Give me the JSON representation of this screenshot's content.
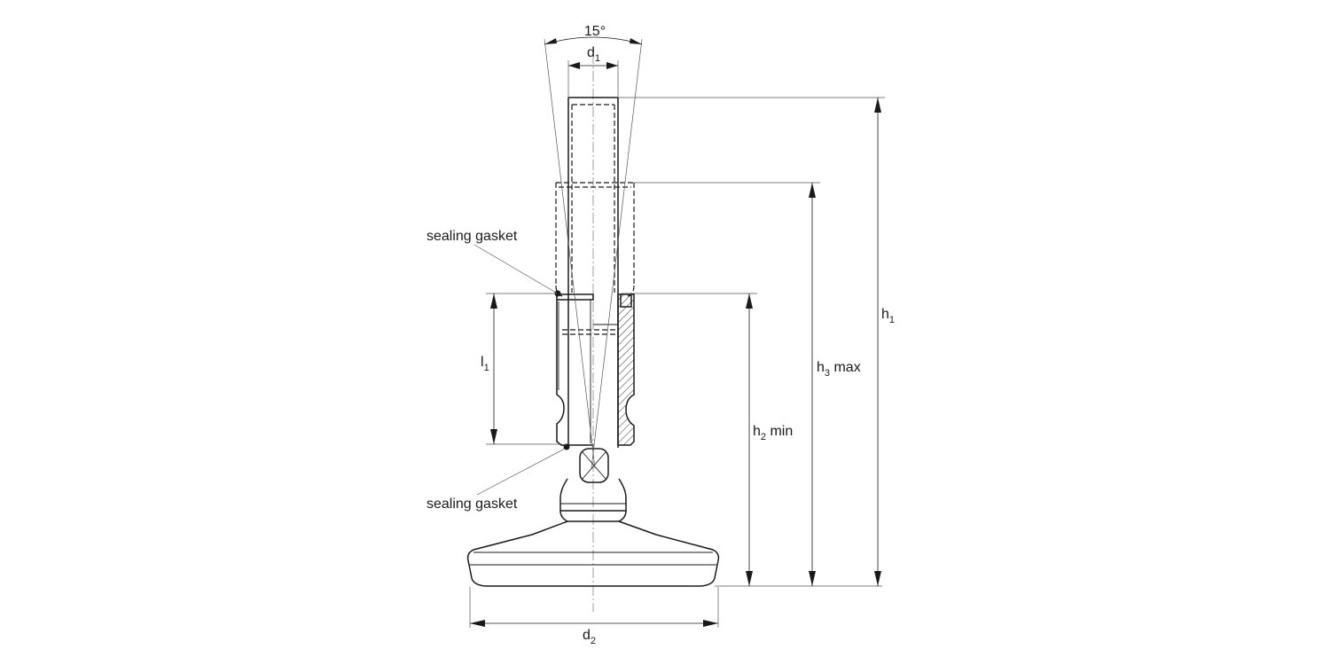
{
  "labels": {
    "angle": "15°",
    "d1": {
      "main": "d",
      "sub": "1"
    },
    "d2": {
      "main": "d",
      "sub": "2"
    },
    "l1": {
      "main": "l",
      "sub": "1"
    },
    "h1": {
      "main": "h",
      "sub": "1"
    },
    "h2": {
      "main": "h",
      "sub": "2",
      "suffix": " min"
    },
    "h3": {
      "main": "h",
      "sub": "3",
      "suffix": " max"
    },
    "gasket_top": "sealing gasket",
    "gasket_bottom": "sealing gasket"
  },
  "colors": {
    "line": "#1a1a1a",
    "background": "#ffffff"
  }
}
